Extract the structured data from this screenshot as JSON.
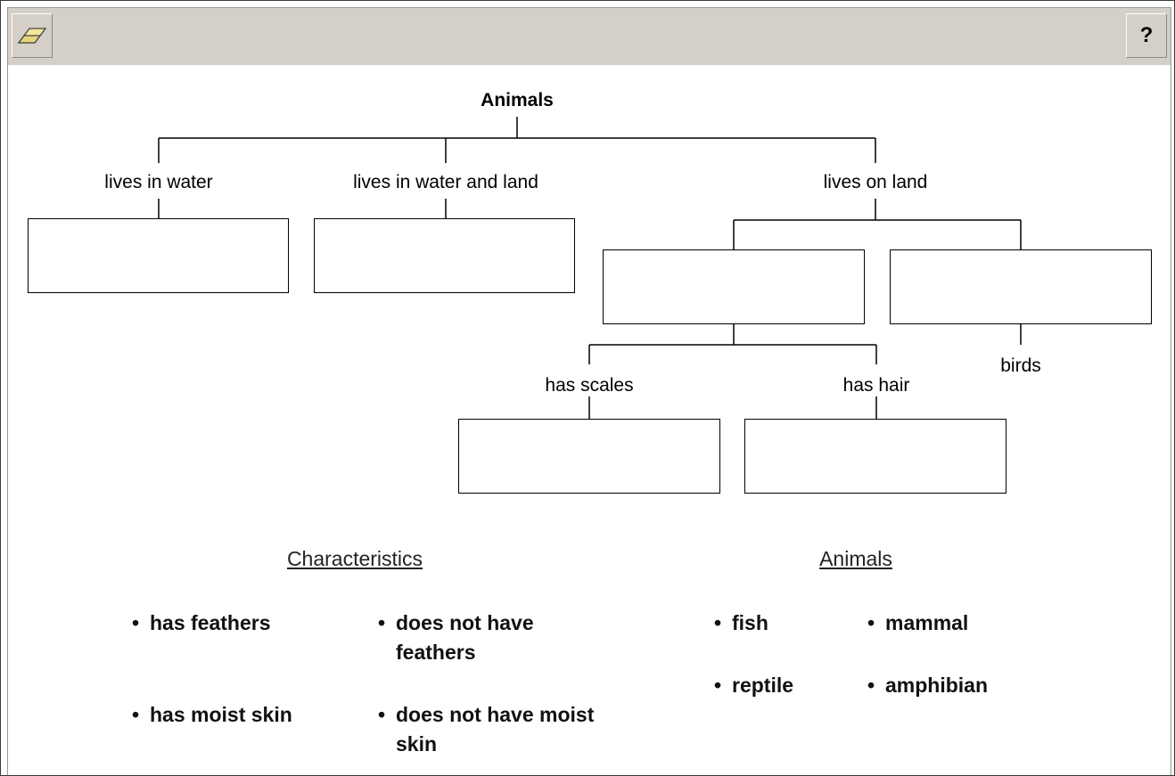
{
  "toolbar": {
    "eraser_icon": "eraser-icon",
    "help_label": "?"
  },
  "tree": {
    "root": "Animals",
    "branches": {
      "water": "lives in water",
      "water_land": "lives in water and land",
      "land": "lives on land"
    },
    "sub_labels": {
      "has_scales": "has scales",
      "has_hair": "has hair",
      "birds": "birds"
    }
  },
  "characteristics": {
    "title": "Characteristics",
    "bullet": "•",
    "items": [
      "has feathers",
      "does not have feathers",
      "has moist skin",
      "does not have moist skin"
    ]
  },
  "animals": {
    "title": "Animals",
    "bullet": "•",
    "items": [
      "fish",
      "mammal",
      "reptile",
      "amphibian"
    ]
  }
}
